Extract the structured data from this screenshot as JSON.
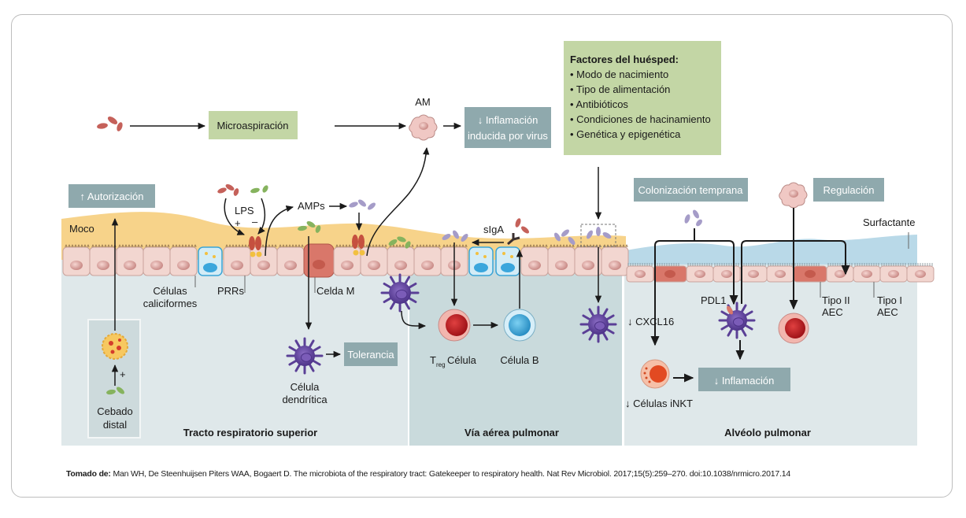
{
  "colors": {
    "mucus": "#f7d38a",
    "surfactant": "#b9d9e8",
    "panel_bg": "#dfe8ea",
    "panel_mid": "#cfdddf",
    "gray_box": "#8fa9ad",
    "green_box": "#c3d6a5",
    "epithelium": "#f2d6d0",
    "m_cell": "#d9776a",
    "dendritic": "#6a4fa3",
    "treg": "#c8282c",
    "bcell": "#46a9db"
  },
  "top": {
    "microaspiration": "Microaspiración",
    "am_label": "AM",
    "virus_inflammation_line1": "↓ Inflamación",
    "virus_inflammation_line2": "inducida por virus",
    "host_factors": {
      "title": "Factores del huésped:",
      "items": [
        "• Modo de nacimiento",
        "• Tipo de alimentación",
        "• Antibióticos",
        "• Condiciones de hacinamiento",
        "• Genética y epigenética"
      ]
    }
  },
  "upper_tract": {
    "title": "Tracto respiratorio superior",
    "clearance": "↑ Autorización",
    "mucus": "Moco",
    "lps": "LPS",
    "plus": "+",
    "minus": "–",
    "amps": "AMPs",
    "goblet_cells_line1": "Células",
    "goblet_cells_line2": "caliciformes",
    "prrs": "PRRs",
    "m_cell": "Celda M",
    "dendritic_line1": "Célula",
    "dendritic_line2": "dendrítica",
    "tolerance": "Tolerancia",
    "distal_priming_line1": "Cebado",
    "distal_priming_line2": "distal",
    "priming_plus": "+"
  },
  "airway": {
    "title": "Vía aérea pulmonar",
    "siga": "sIgA",
    "treg_t": "T",
    "treg_sub": "reg",
    "treg_cell": "Célula",
    "b_cell": "Célula B"
  },
  "alveolus": {
    "title": "Alvéolo pulmonar",
    "early_colonization": "Colonización temprana",
    "regulation": "Regulación",
    "surfactant": "Surfactante",
    "pdl1": "PDL1",
    "cxcl16": "↓ CXCL16",
    "inkt": "↓ Células iNKT",
    "inflammation": "↓ Inflamación",
    "type2_line1": "Tipo II",
    "type2_line2": "AEC",
    "type1_line1": "Tipo I",
    "type1_line2": "AEC"
  },
  "citation": {
    "prefix": "Tomado de:",
    "text": " Man WH, De Steenhuijsen Piters WAA, Bogaert D. The microbiota of the respiratory tract: Gatekeeper to respiratory health. Nat Rev Microbiol. 2017;15(5):259–270. doi:10.1038/nrmicro.2017.14"
  }
}
